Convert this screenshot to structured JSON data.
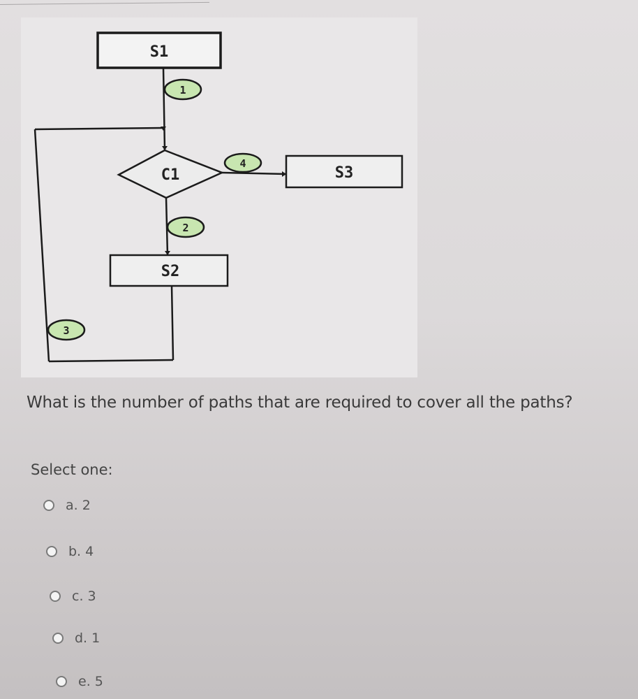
{
  "diagram": {
    "nodes": [
      {
        "id": "S1",
        "label": "S1",
        "shape": "rect"
      },
      {
        "id": "C1",
        "label": "C1",
        "shape": "diamond"
      },
      {
        "id": "S2",
        "label": "S2",
        "shape": "rect"
      },
      {
        "id": "S3",
        "label": "S3",
        "shape": "rect"
      }
    ],
    "edges": [
      {
        "label": "1",
        "from": "S1",
        "to": "C1"
      },
      {
        "label": "2",
        "from": "C1",
        "to": "S2"
      },
      {
        "label": "3",
        "from": "S2",
        "to": "C1"
      },
      {
        "label": "4",
        "from": "C1",
        "to": "S3"
      }
    ],
    "edge_badge_color": "#c8e6b0"
  },
  "question": {
    "text": "What is the number of paths that are required to cover all the paths?",
    "prompt": "Select one:",
    "options": [
      {
        "letter": "a.",
        "value": "2",
        "label": "a. 2"
      },
      {
        "letter": "b.",
        "value": "4",
        "label": "b. 4"
      },
      {
        "letter": "c.",
        "value": "3",
        "label": "c. 3"
      },
      {
        "letter": "d.",
        "value": "1",
        "label": "d. 1"
      },
      {
        "letter": "e.",
        "value": "5",
        "label": "e. 5"
      }
    ]
  }
}
